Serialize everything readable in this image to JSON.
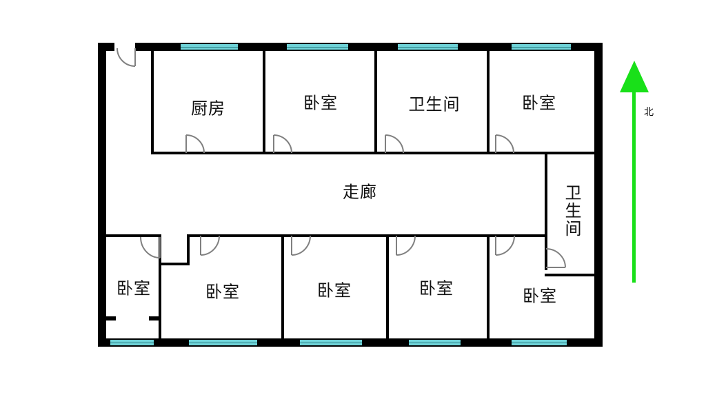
{
  "floor_plan": {
    "rooms": {
      "kitchen": {
        "label": "厨房"
      },
      "bedroom_north_1": {
        "label": "卧室"
      },
      "bathroom_north": {
        "label": "卫生间"
      },
      "bedroom_north_2": {
        "label": "卧室"
      },
      "corridor": {
        "label": "走廊"
      },
      "bathroom_east": {
        "label": "卫生间"
      },
      "bedroom_south_small": {
        "label": "卧室"
      },
      "bedroom_south_1": {
        "label": "卧室"
      },
      "bedroom_south_2": {
        "label": "卧室"
      },
      "bedroom_south_3": {
        "label": "卧室"
      },
      "bedroom_south_4": {
        "label": "卧室"
      }
    },
    "compass": {
      "label": "北",
      "color": "#19e019"
    },
    "colors": {
      "wall": "#000000",
      "window": "#6fd3d8",
      "door": "#808080"
    }
  }
}
